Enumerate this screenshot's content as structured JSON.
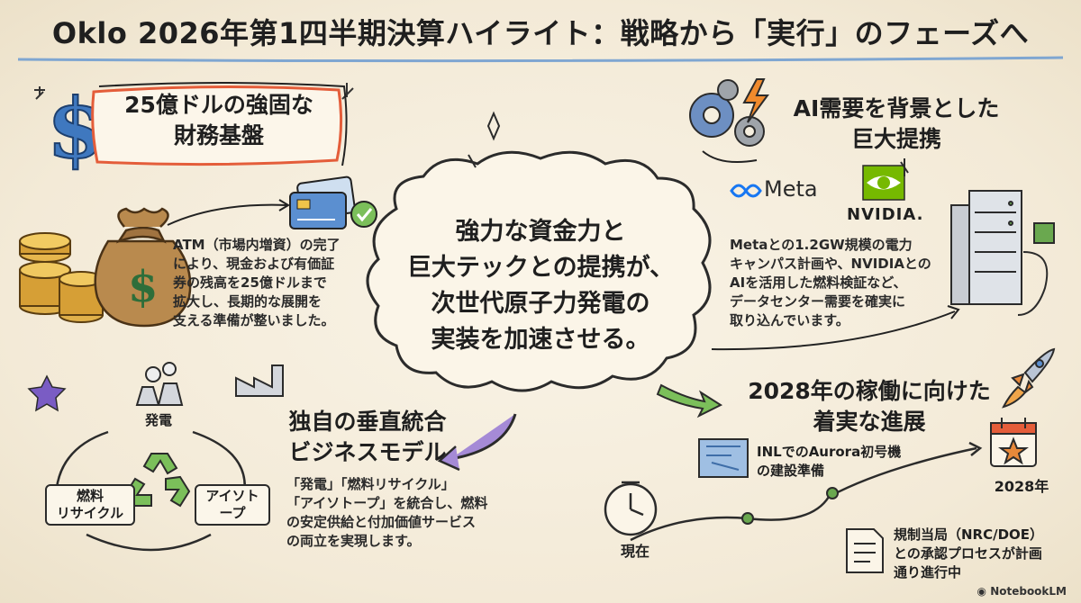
{
  "title": "Oklo 2026年第1四半期決算ハイライト：戦略から「実行」のフェーズへ",
  "finance": {
    "heading_line1": "25億ドルの強固な",
    "heading_line2": "財務基盤",
    "body": [
      "ATM（市場内増資）の完了",
      "により、現金および有価証",
      "券の残高を25億ドルまで",
      "拡大し、長期的な展開を",
      "支える準備が整いました。"
    ]
  },
  "ai": {
    "heading_line1": "AI需要を背景とした",
    "heading_line2": "巨大提携",
    "meta_logo": "Meta",
    "nvidia_logo": "NVIDIA.",
    "body": [
      "Metaとの1.2GW規模の電力",
      "キャンパス計画や、NVIDIAとの",
      "AIを活用した燃料検証など、",
      "データセンター需要を確実に",
      "取り込んでいます。"
    ]
  },
  "center": {
    "lines": [
      "強力な資金力と",
      "巨大テックとの提携が、",
      "次世代原子力発電の",
      "実装を加速させる。"
    ]
  },
  "vertical": {
    "heading_line1": "独自の垂直統合",
    "heading_line2": "ビジネスモデル",
    "cycle_top": "発電",
    "cycle_left_line1": "燃料",
    "cycle_left_line2": "リサイクル",
    "cycle_right_line1": "アイソト",
    "cycle_right_line2": "ープ",
    "body": [
      "「発電」「燃料リサイクル」",
      "「アイソトープ」を統合し、燃料",
      "の安定供給と付加価値サービス",
      "の両立を実現します。"
    ]
  },
  "roadmap": {
    "heading_line1": "2028年の稼働に向けた",
    "heading_line2": "着実な進展",
    "inl_line1": "INLでのAurora初号機",
    "inl_line2": "の建設準備",
    "year_label": "2028年",
    "now_label": "現在",
    "nrc_line1": "規制当局（NRC/DOE）",
    "nrc_line2": "との承認プロセスが計画",
    "nrc_line3": "通り進行中"
  },
  "watermark": "NotebookLM",
  "colors": {
    "accent_blue": "#4a7fb8",
    "accent_orange": "#e8893a",
    "accent_green": "#6aa84f",
    "accent_purple": "#8a6fc4",
    "coin": "#d9a640"
  }
}
